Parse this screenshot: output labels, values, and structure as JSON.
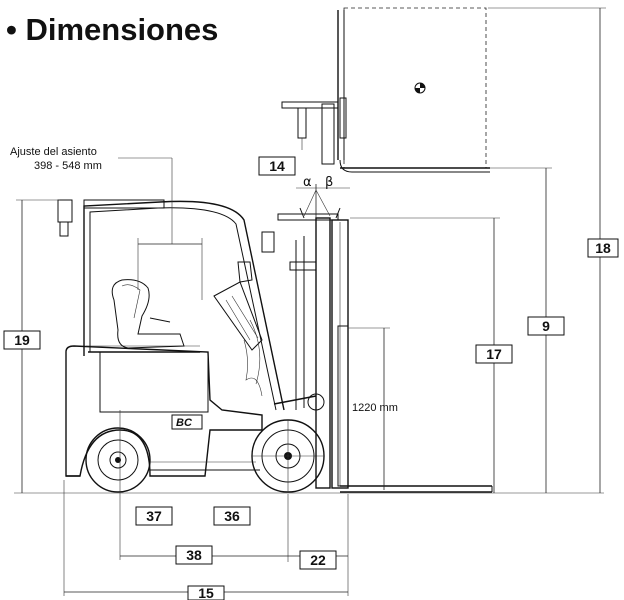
{
  "title": "• Dimensiones",
  "seat_adjust": {
    "label": "Ajuste del asiento",
    "range": "398 - 548 mm"
  },
  "mast_height_note": "1220 mm",
  "angles": {
    "alpha": "α",
    "beta": "β"
  },
  "cab_badge": "BC",
  "dimension_labels": {
    "d14": "14",
    "d18": "18",
    "d9": "9",
    "d17": "17",
    "d19": "19",
    "d37": "37",
    "d36": "36",
    "d38": "38",
    "d22": "22",
    "d15": "15"
  }
}
